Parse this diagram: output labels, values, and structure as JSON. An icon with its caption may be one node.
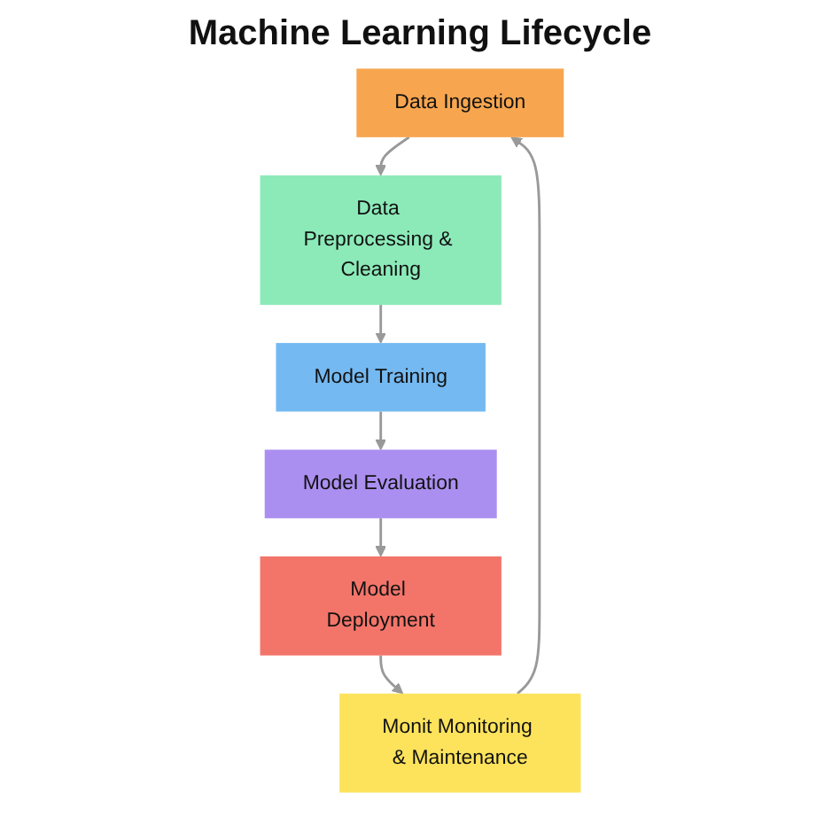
{
  "diagram": {
    "title": "Machine Learning Lifecycle",
    "nodes": [
      {
        "text": [
          "Data Ingestion"
        ]
      },
      {
        "text": [
          "Data Preprocessing & Cleaning"
        ]
      },
      {
        "text": [
          "Model Training"
        ]
      },
      {
        "text": [
          "Model Evaluation"
        ]
      },
      {
        "text": [
          "Model Deployment"
        ]
      },
      {
        "text": [
          "Monit Monitoring & Maintenance"
        ]
      }
    ],
    "edges": [
      {
        "from": 0,
        "to": 1,
        "arrow": "to"
      },
      {
        "from": 1,
        "to": 2,
        "arrow": "to"
      },
      {
        "from": 2,
        "to": 3,
        "arrow": "to"
      },
      {
        "from": 3,
        "to": 4,
        "arrow": "to"
      },
      {
        "from": 4,
        "to": 5,
        "arrow": "to"
      },
      {
        "from": 5,
        "to": 0,
        "arrow": "to"
      }
    ]
  }
}
